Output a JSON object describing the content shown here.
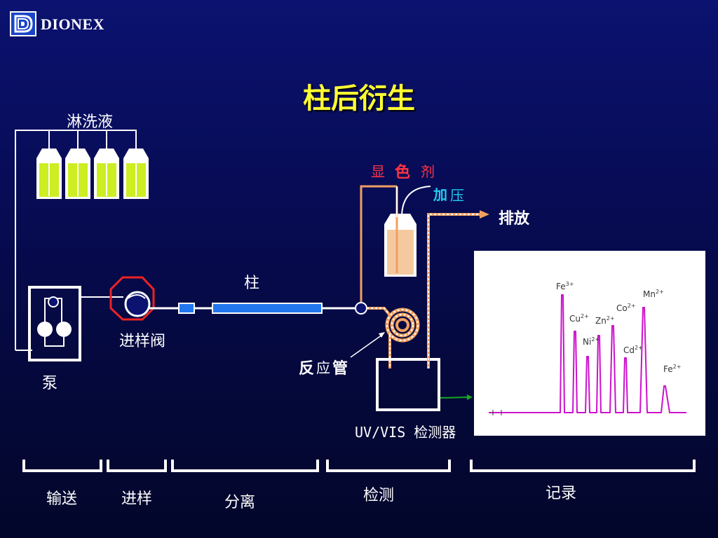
{
  "logo": {
    "text": "DIONEX"
  },
  "title": "柱后衍生",
  "labels": {
    "eluent": "淋洗液",
    "reagent_1": "显",
    "reagent_2": "色",
    "reagent_3": "剂",
    "pressure_1": "加",
    "pressure_2": "压",
    "waste": "排放",
    "column": "柱",
    "injection_valve": "进样阀",
    "pump": "泵",
    "reaction_coil_1": "反",
    "reaction_coil_2": "应",
    "reaction_coil_3": "管",
    "detector": "UV/VIS 检测器"
  },
  "chromatogram": {
    "peaks": [
      {
        "ion": "Fe",
        "charge": "3+"
      },
      {
        "ion": "Cu",
        "charge": "2+"
      },
      {
        "ion": "Ni",
        "charge": "2+"
      },
      {
        "ion": "Zn",
        "charge": "2+"
      },
      {
        "ion": "Co",
        "charge": "2+"
      },
      {
        "ion": "Cd",
        "charge": "2+"
      },
      {
        "ion": "Mn",
        "charge": "2+"
      },
      {
        "ion": "Fe",
        "charge": "2+"
      }
    ]
  },
  "sections": [
    "输送",
    "进样",
    "分离",
    "检测",
    "记录"
  ],
  "colors": {
    "eluent_fill": "#ccee22",
    "reagent_fill": "#f5c9a0",
    "column_blue": "#2277ee",
    "tube_orange": "#f0a060",
    "chrom_trace": "#cc11cc",
    "signal_green": "#11aa22",
    "title_yellow": "#ffff33"
  }
}
